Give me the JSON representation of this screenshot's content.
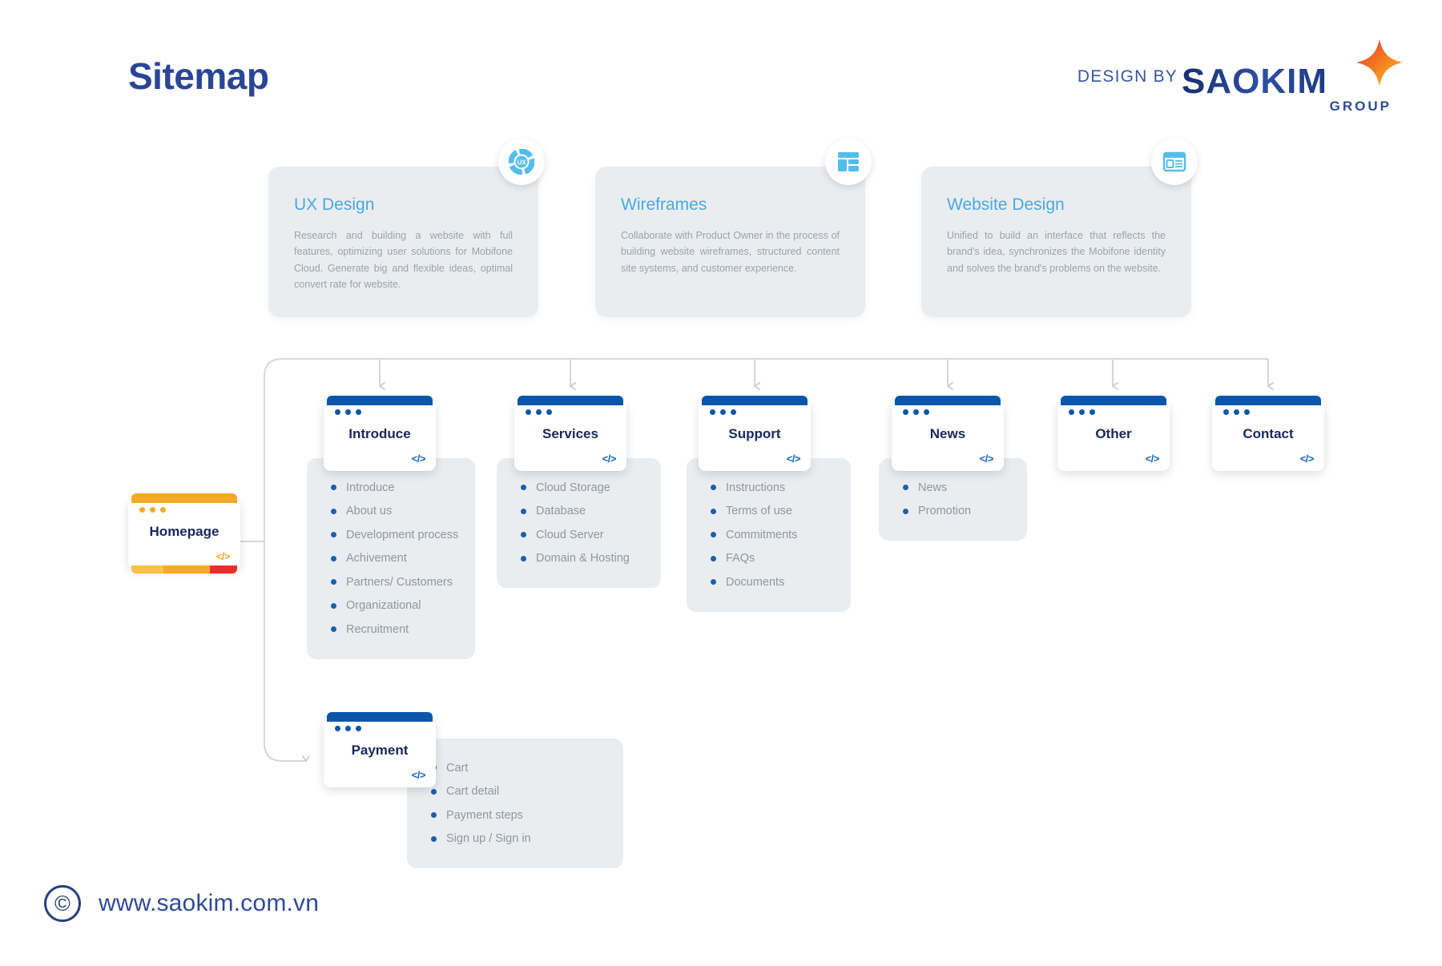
{
  "header": {
    "title": "Sitemap",
    "design_by": "DESIGN BY",
    "brand_name": "SAOKIM",
    "brand_sub": "GROUP",
    "star_icon": "four-point-star-icon",
    "accent_blue": "#2b4596",
    "accent_orange": "#f58220"
  },
  "info_cards": [
    {
      "title": "UX Design",
      "body": "Research and building a website with full features, optimizing user solutions for Mobifone Cloud. Generate big and flexible ideas, optimal convert rate for website.",
      "icon": "ux-donut-icon"
    },
    {
      "title": "Wireframes",
      "body": "Collaborate with Product Owner in the process of building website wireframes, structured content site systems, and customer experience.",
      "icon": "layout-blocks-icon"
    },
    {
      "title": "Website Design",
      "body": "Unified to build an interface that reflects the brand's idea, synchronizes the Mobifone identity and solves the brand's problems on the website.",
      "icon": "browser-window-icon"
    }
  ],
  "root": {
    "label": "Homepage",
    "code_glyph": "</>",
    "bar_color": "#f5a82a"
  },
  "nodes": [
    {
      "label": "Introduce",
      "code_glyph": "</>"
    },
    {
      "label": "Services",
      "code_glyph": "</>"
    },
    {
      "label": "Support",
      "code_glyph": "</>"
    },
    {
      "label": "News",
      "code_glyph": "</>"
    },
    {
      "label": "Other",
      "code_glyph": "</>"
    },
    {
      "label": "Contact",
      "code_glyph": "</>"
    },
    {
      "label": "Payment",
      "code_glyph": "</>"
    }
  ],
  "panels": {
    "introduce": [
      "Introduce",
      "About us",
      "Development process",
      "Achivement",
      "Partners/ Customers",
      "Organizational",
      "Recruitment"
    ],
    "services": [
      "Cloud Storage",
      "Database",
      "Cloud Server",
      "Domain & Hosting"
    ],
    "support": [
      "Instructions",
      "Terms of use",
      "Commitments",
      "FAQs",
      "Documents"
    ],
    "news": [
      "News",
      "Promotion"
    ],
    "payment": [
      "Cart",
      "Cart detail",
      "Payment steps",
      "Sign up / Sign in"
    ]
  },
  "footer": {
    "copyright_glyph": "©",
    "url": "www.saokim.com.vn"
  }
}
